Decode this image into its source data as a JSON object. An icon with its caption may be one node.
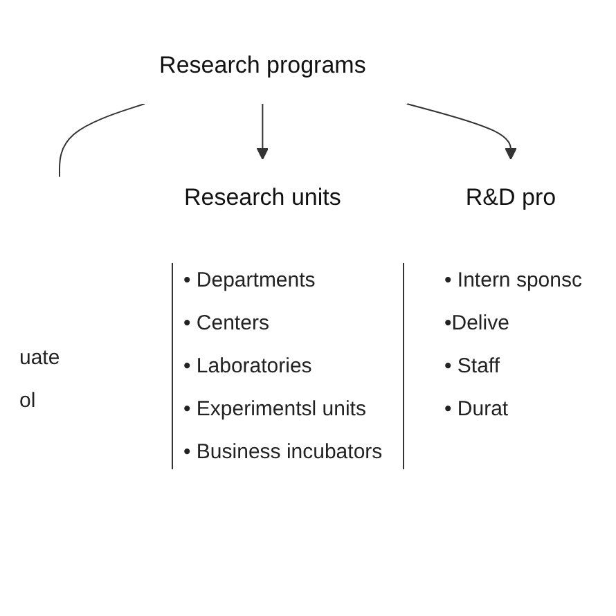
{
  "diagram": {
    "nodes": [
      {
        "text": [
          "Research programs"
        ]
      },
      {
        "text": [
          "Research units"
        ]
      },
      {
        "text": [
          "R&D pro"
        ]
      }
    ],
    "edges": [
      {
        "from": 0,
        "to": null,
        "arrow": "none"
      },
      {
        "from": 0,
        "to": 1,
        "arrow": "to"
      },
      {
        "from": 0,
        "to": 2,
        "arrow": "to"
      }
    ],
    "labels": [
      "• Departments",
      "• Intern sponsc",
      "uate",
      "• Centers",
      "•Delive",
      "ol",
      "• Laboratories",
      "• Staff",
      "• Experimentsl units",
      "• Durat",
      "• Business incubators"
    ]
  }
}
